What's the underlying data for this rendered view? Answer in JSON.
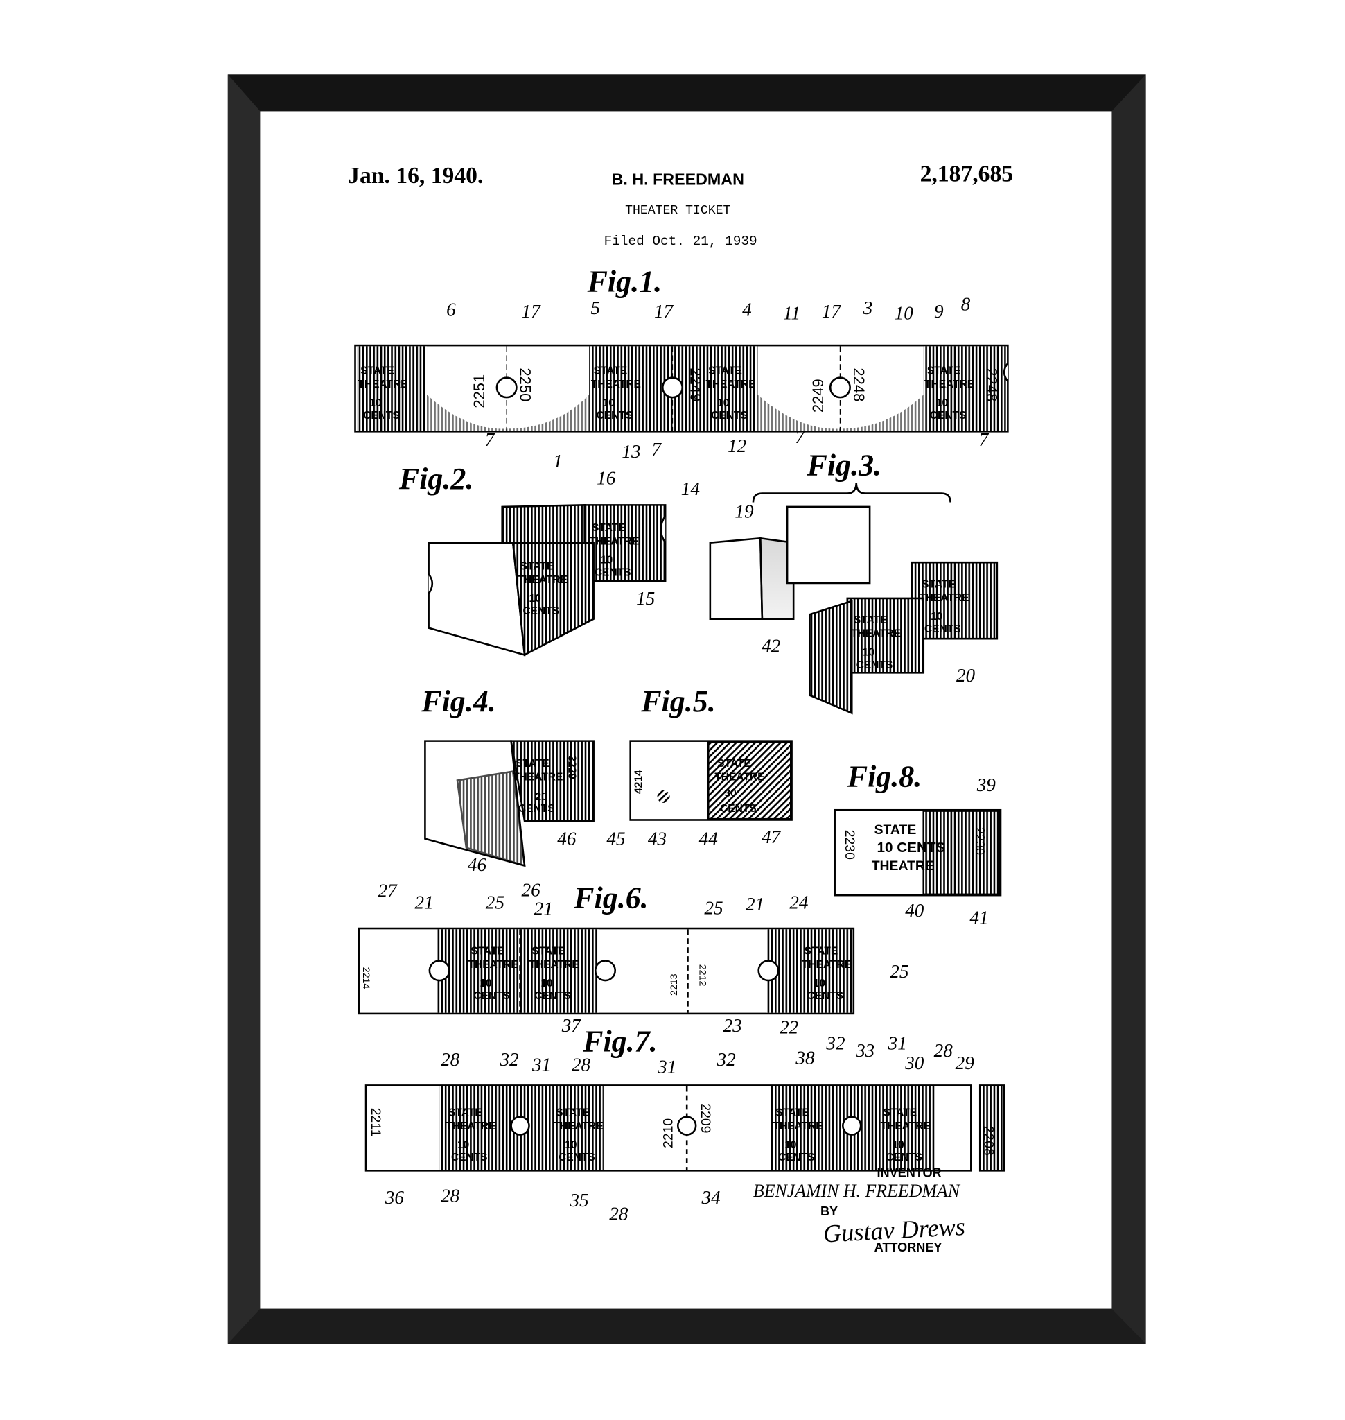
{
  "header": {
    "date": "Jan. 16, 1940.",
    "inventor_name": "B. H. FREEDMAN",
    "patent_number": "2,187,685",
    "title": "THEATER TICKET",
    "filed": "Filed Oct. 21, 1939"
  },
  "figures": {
    "fig1": {
      "label": "Fig.1.",
      "refs": [
        "6",
        "17",
        "5",
        "17",
        "4",
        "11",
        "17",
        "3",
        "10",
        "9",
        "8",
        "7",
        "1",
        "13",
        "7",
        "12",
        "7",
        "7"
      ],
      "serials": [
        "2251",
        "2250",
        "2250",
        "2249",
        "2249",
        "2248",
        "2248",
        "2251"
      ]
    },
    "fig2": {
      "label": "Fig.2.",
      "refs": [
        "16",
        "14",
        "15"
      ]
    },
    "fig3": {
      "label": "Fig.3.",
      "refs": [
        "19",
        "42",
        "20"
      ]
    },
    "fig4": {
      "label": "Fig.4.",
      "refs": [
        "46",
        "46"
      ],
      "price": "20",
      "serial": "3229"
    },
    "fig5": {
      "label": "Fig.5.",
      "refs": [
        "45",
        "43",
        "44",
        "47"
      ],
      "price": "30",
      "serial": "4214"
    },
    "fig6": {
      "label": "Fig.6.",
      "refs": [
        "27",
        "21",
        "25",
        "26",
        "21",
        "25",
        "21",
        "24",
        "25",
        "37",
        "23",
        "22"
      ],
      "serials": [
        "2214",
        "2214",
        "2213",
        "2213",
        "2212",
        "2212"
      ]
    },
    "fig7": {
      "label": "Fig.7.",
      "refs": [
        "28",
        "32",
        "31",
        "28",
        "31",
        "32",
        "38",
        "32",
        "33",
        "31",
        "30",
        "28",
        "29",
        "36",
        "28",
        "35",
        "28",
        "34"
      ],
      "serials": [
        "2211",
        "2210",
        "2209",
        "2208"
      ]
    },
    "fig8": {
      "label": "Fig.8.",
      "refs": [
        "39",
        "40",
        "41"
      ],
      "line1": "STATE",
      "line2": "10 CENTS",
      "line3": "THEATRE",
      "serial_left": "2230",
      "serial_right": "2230"
    }
  },
  "ticket_text": {
    "state": "STATE",
    "theatre": "THEATRE",
    "price": "10",
    "cents": "CENTS"
  },
  "signature": {
    "inventor_label": "INVENTOR",
    "inventor": "BENJAMIN H. FREEDMAN",
    "by": "BY",
    "signature": "Gustav Drews",
    "attorney": "ATTORNEY"
  }
}
